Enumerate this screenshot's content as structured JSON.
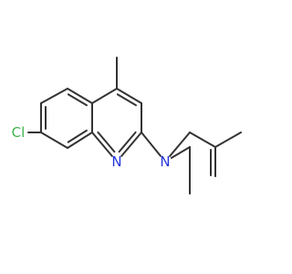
{
  "structure": {
    "atoms": [
      {
        "id": "cl",
        "label": "Cl",
        "color": "#3cb44b"
      },
      {
        "id": "n_ring",
        "label": "N",
        "color": "#2233dd"
      },
      {
        "id": "n_amine",
        "label": "N",
        "color": "#2233dd"
      }
    ]
  }
}
